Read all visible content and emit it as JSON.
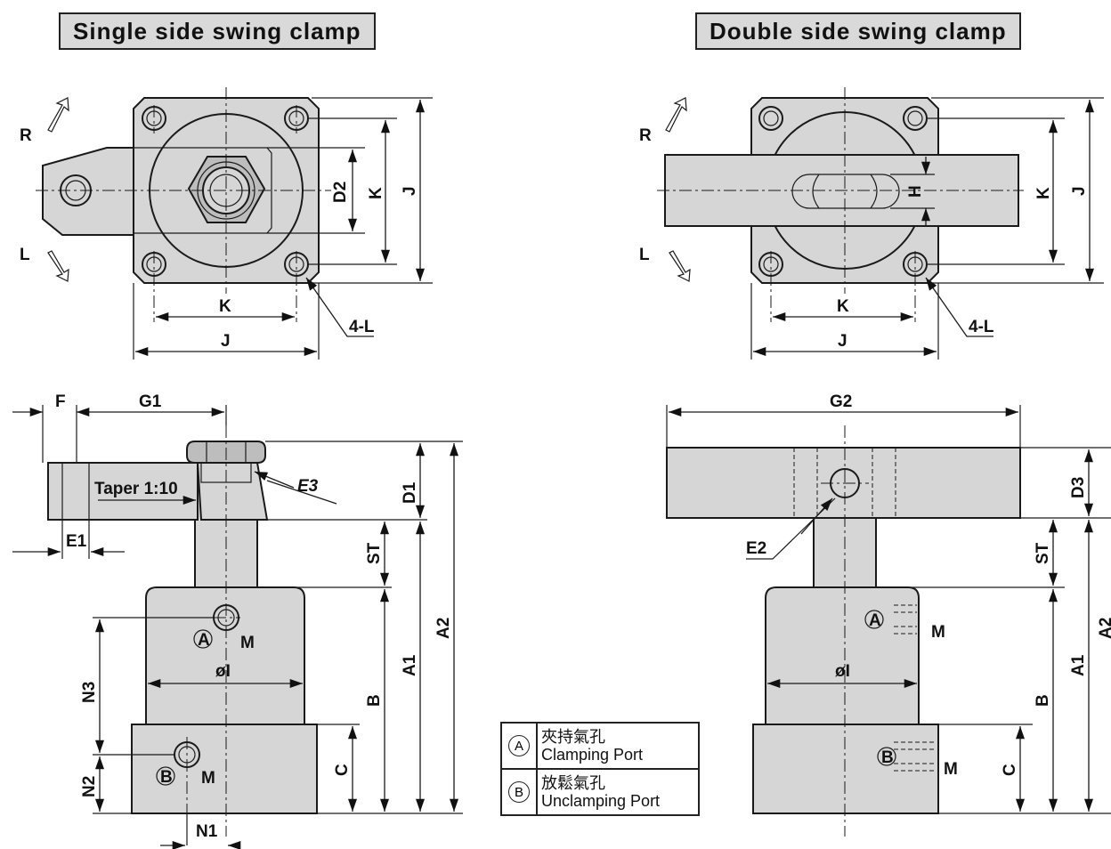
{
  "titles": {
    "single": "Single side swing clamp",
    "double": "Double side swing clamp"
  },
  "labels": {
    "R": "R",
    "L": "L",
    "K": "K",
    "J": "J",
    "D2": "D2",
    "H": "H",
    "four_L": "4-L",
    "F": "F",
    "G1": "G1",
    "G2": "G2",
    "taper": "Taper 1:10",
    "E1": "E1",
    "E2": "E2",
    "E3": "E3",
    "D1": "D1",
    "D3": "D3",
    "ST": "ST",
    "A1": "A1",
    "A2": "A2",
    "B": "B",
    "C": "C",
    "N1": "N1",
    "N2": "N2",
    "N3": "N3",
    "M": "M",
    "oI": "øI",
    "portA": "A",
    "portB": "B"
  },
  "legend": [
    {
      "symbol": "A",
      "line1": "夾持氣孔",
      "line2": "Clamping Port"
    },
    {
      "symbol": "B",
      "line1": "放鬆氣孔",
      "line2": "Unclamping Port"
    }
  ]
}
